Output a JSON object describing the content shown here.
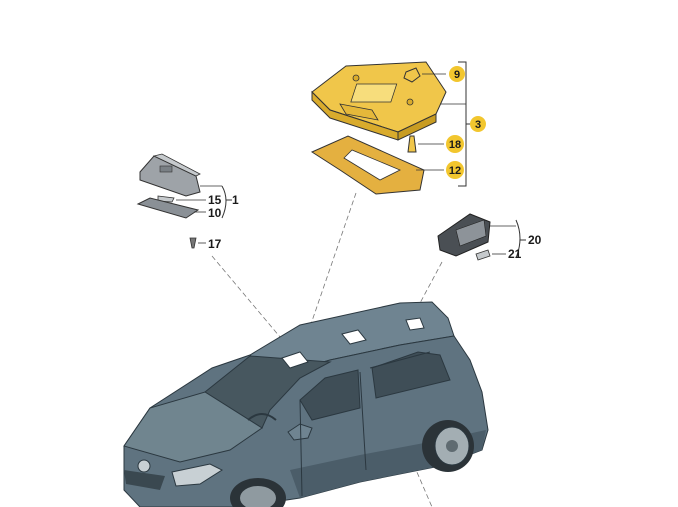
{
  "labels": {
    "p1": "1",
    "p3": "3",
    "p9": "9",
    "p10": "10",
    "p12": "12",
    "p15": "15",
    "p17": "17",
    "p18": "18",
    "p20": "20",
    "p21": "21"
  },
  "colors": {
    "highlight": "#f2c62e",
    "part_fill": "#f0d36a",
    "part_stroke": "#333333",
    "car_body": "#5f7380",
    "car_shadow": "#3e4f5a",
    "glass": "#4a5a64",
    "leader": "#555555",
    "gray_part": "#9ea3a8"
  }
}
